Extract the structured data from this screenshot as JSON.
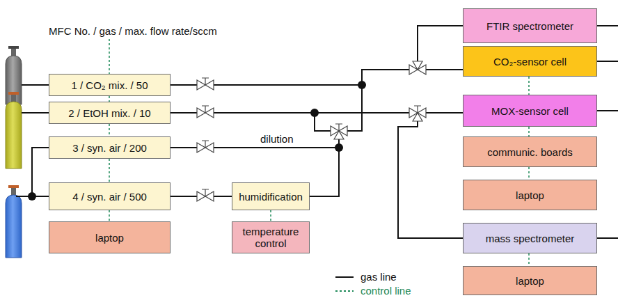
{
  "diagram": {
    "nodes": [
      {
        "text": [
          "1 / CO₂ mix. / 50"
        ]
      },
      {
        "text": [
          "2 / EtOH mix. / 10"
        ]
      },
      {
        "text": [
          "3 / syn. air / 200"
        ]
      },
      {
        "text": [
          "4 / syn. air / 500"
        ]
      },
      {
        "text": [
          "laptop"
        ]
      },
      {
        "text": [
          "humidification"
        ]
      },
      {
        "text": [
          "temperature control"
        ]
      },
      {
        "text": [
          "FTIR spectrometer"
        ]
      },
      {
        "text": [
          "CO₂-sensor cell"
        ]
      },
      {
        "text": [
          "MOX-sensor cell"
        ]
      },
      {
        "text": [
          "communic. boards"
        ]
      },
      {
        "text": [
          "laptop"
        ]
      },
      {
        "text": [
          "mass spectrometer"
        ]
      },
      {
        "text": [
          "laptop"
        ]
      }
    ],
    "edges": [
      {
        "from": 0,
        "to": 7,
        "arrow": "none"
      },
      {
        "from": 0,
        "to": 8,
        "arrow": "none"
      },
      {
        "from": 1,
        "to": 9,
        "arrow": "none"
      },
      {
        "from": 1,
        "to": 12,
        "arrow": "none"
      },
      {
        "from": 1,
        "to": 7,
        "arrow": "none"
      },
      {
        "from": 1,
        "to": 8,
        "arrow": "none"
      },
      {
        "from": 2,
        "to": 7,
        "arrow": "none"
      },
      {
        "from": 2,
        "to": 8,
        "arrow": "none"
      },
      {
        "from": 2,
        "to": 9,
        "arrow": "none"
      },
      {
        "from": 2,
        "to": 12,
        "arrow": "none"
      },
      {
        "from": 3,
        "to": 5,
        "arrow": "none"
      },
      {
        "from": 5,
        "to": 7,
        "arrow": "none"
      },
      {
        "from": 5,
        "to": 8,
        "arrow": "none"
      },
      {
        "from": 5,
        "to": 9,
        "arrow": "none"
      },
      {
        "from": 5,
        "to": 12,
        "arrow": "none"
      },
      {
        "from": 0,
        "to": 1,
        "arrow": "none"
      },
      {
        "from": 1,
        "to": 2,
        "arrow": "none"
      },
      {
        "from": 2,
        "to": 3,
        "arrow": "none"
      },
      {
        "from": 3,
        "to": 4,
        "arrow": "none"
      },
      {
        "from": 5,
        "to": 6,
        "arrow": "none"
      },
      {
        "from": 8,
        "to": 9,
        "arrow": "none"
      },
      {
        "from": 9,
        "to": 10,
        "arrow": "none"
      },
      {
        "from": 10,
        "to": 11,
        "arrow": "none"
      },
      {
        "from": 12,
        "to": 13,
        "arrow": "none"
      }
    ],
    "labels": [
      "MFC No. / gas / max. flow rate/sccm",
      "dilution"
    ],
    "legend": [
      {
        "text": "gas line"
      },
      {
        "text": "control line"
      }
    ]
  }
}
